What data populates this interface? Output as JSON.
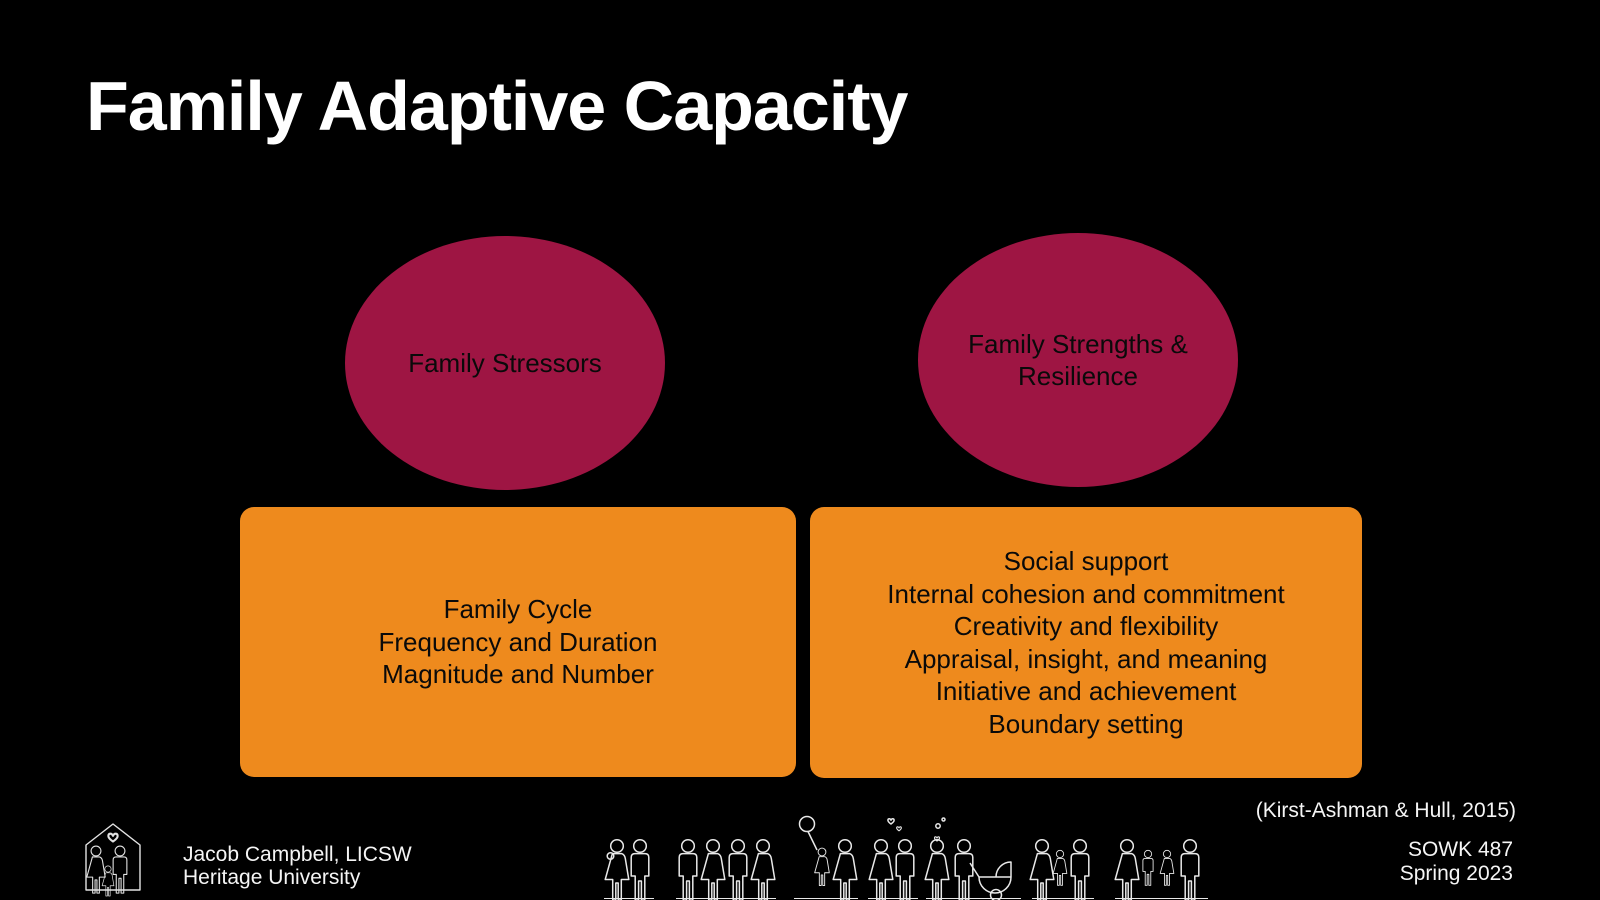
{
  "slide": {
    "title": "Family Adaptive Capacity",
    "background_color": "#000000"
  },
  "diagram": {
    "colors": {
      "ellipse": "#9e1543",
      "box": "#ee8a1d",
      "shape_text": "#0a0a0a"
    },
    "stressors": {
      "ellipse_lines": [
        "Family Stressors"
      ],
      "box_lines": [
        "Family Cycle",
        "Frequency and Duration",
        "Magnitude and Number"
      ]
    },
    "strengths": {
      "ellipse_lines": [
        "Family Strengths &",
        "Resilience"
      ],
      "box_lines": [
        "Social support",
        "Internal cohesion and commitment",
        "Creativity and flexibility",
        "Appraisal, insight, and meaning",
        "Initiative and achievement",
        "Boundary setting"
      ]
    }
  },
  "footer": {
    "citation": "(Kirst-Ashman & Hull, 2015)",
    "author": {
      "line1": "Jacob Campbell, LICSW",
      "line2": "Heritage University"
    },
    "course": {
      "line1": "SOWK 487",
      "line2": "Spring 2023"
    },
    "icons": {
      "logo": "family-house-logo-icon",
      "figure_groups": [
        "couple-with-baby",
        "two-couples",
        "child-with-balloon-and-mother",
        "couple-with-hearts",
        "pregnant-couple-with-pram",
        "parents-holding-child-hands",
        "family-of-four"
      ]
    }
  }
}
